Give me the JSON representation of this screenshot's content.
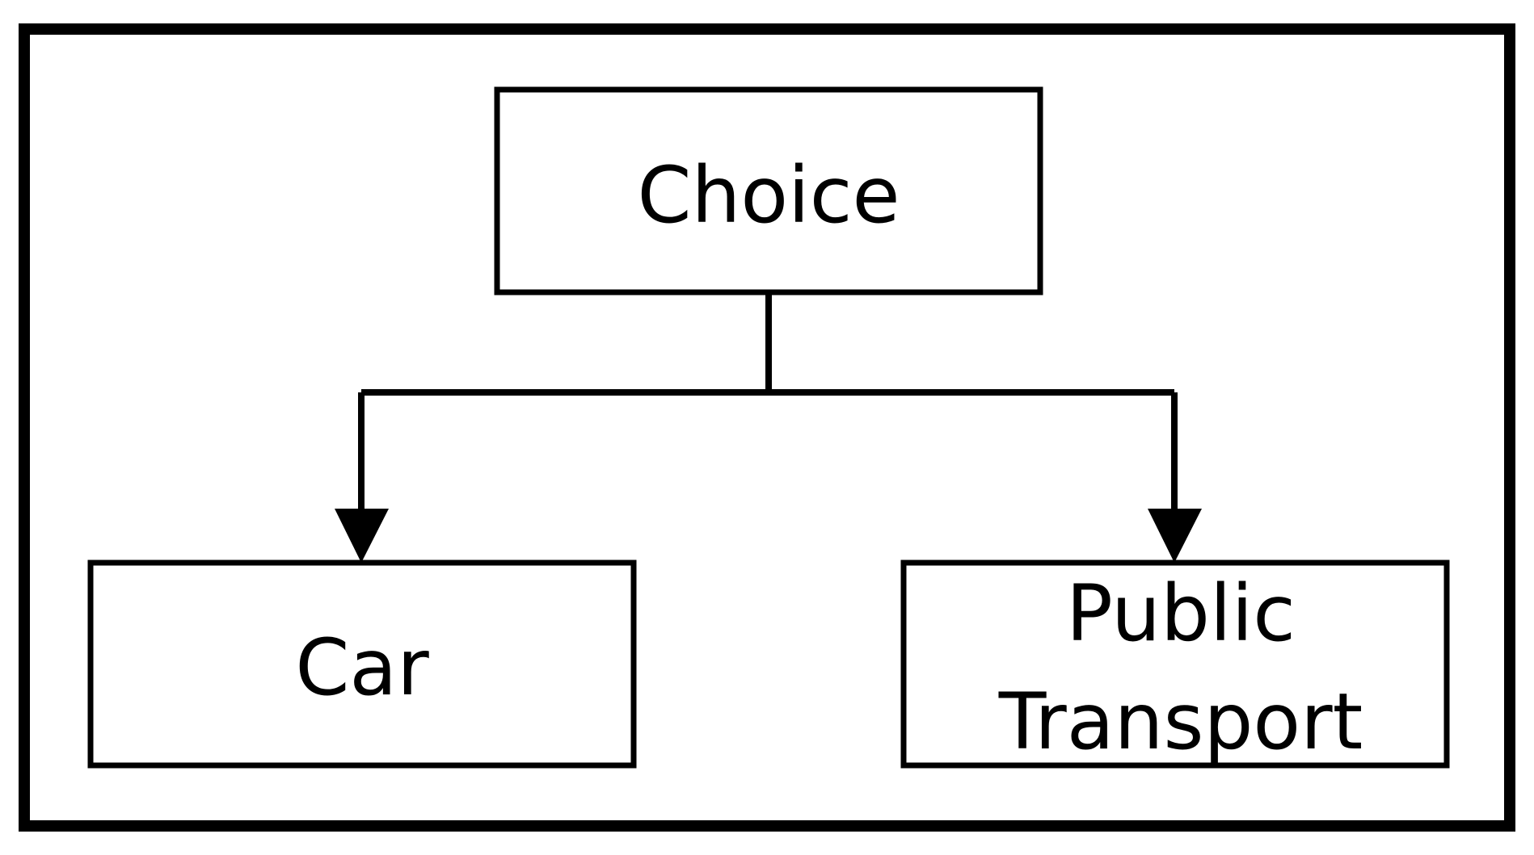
{
  "diagram": {
    "nodes": {
      "choice": {
        "label": "Choice"
      },
      "car": {
        "label": "Car"
      },
      "public_transport": {
        "label_line1": "Public",
        "label_line2": "Transport"
      }
    },
    "edges": [
      {
        "from": "Choice",
        "to": "Car"
      },
      {
        "from": "Choice",
        "to": "Public Transport"
      }
    ],
    "colors": {
      "stroke": "#000000",
      "background": "#ffffff"
    }
  }
}
